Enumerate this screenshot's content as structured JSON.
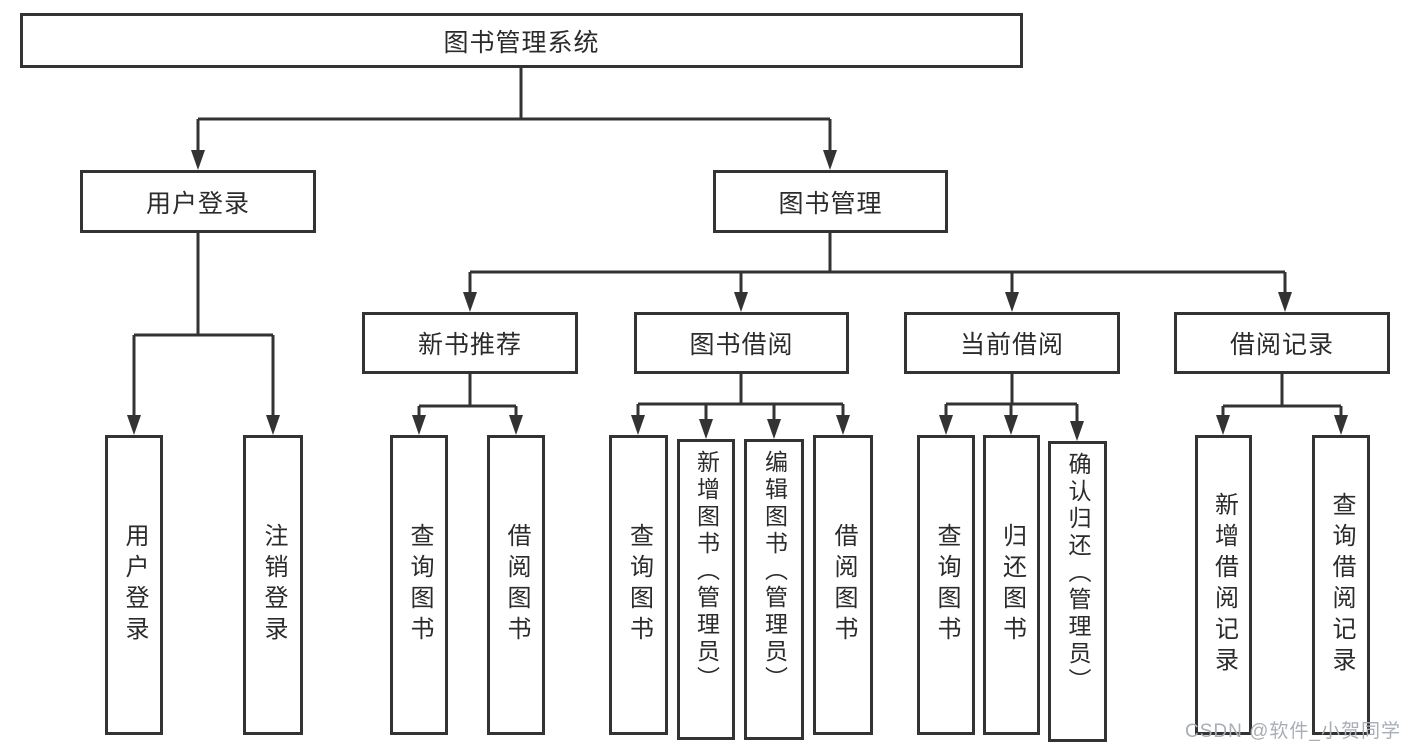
{
  "diagram": {
    "title": "图书管理系统",
    "type": "functional-structure-tree"
  },
  "nodes": {
    "root": "图书管理系统",
    "user_login": "用户登录",
    "book_mgmt": "图书管理",
    "new_book_rec": "新书推荐",
    "book_borrow": "图书借阅",
    "current_borrow": "当前借阅",
    "borrow_record": "借阅记录",
    "login_user_login": "用户登录",
    "login_logout": "注销登录",
    "rec_query_book": "查询图书",
    "rec_borrow_book": "借阅图书",
    "bb_query_book": "查询图书",
    "bb_add_book": "新增图书（管理员）",
    "bb_edit_book": "编辑图书（管理员）",
    "bb_borrow_book": "借阅图书",
    "cur_query_book": "查询图书",
    "cur_return_book": "归还图书",
    "cur_confirm_return": "确认归还（管理员）",
    "br_add_record": "新增借阅记录",
    "br_query_record": "查询借阅记录"
  },
  "watermark": {
    "text": "CSDN @软件_小贺同学",
    "color": "#a8aeb6"
  },
  "colors": {
    "line": "#333333",
    "box_border": "#333333",
    "text": "#2b2b2b",
    "background": "#ffffff"
  }
}
